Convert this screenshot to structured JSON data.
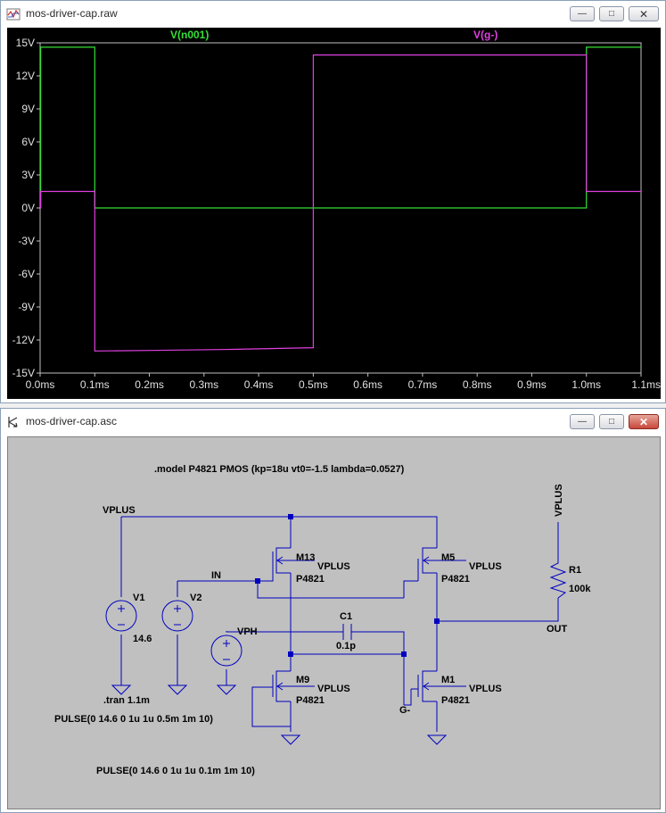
{
  "plot_window": {
    "title": "mos-driver-cap.raw",
    "controls": {
      "minimize": "—",
      "maximize": "□",
      "close": "✕"
    }
  },
  "schematic_window": {
    "title": "mos-driver-cap.asc",
    "controls": {
      "minimize": "—",
      "maximize": "□",
      "close": "✕"
    }
  },
  "chart_data": {
    "type": "line",
    "title": "",
    "xlabel": "",
    "ylabel": "",
    "xlim": [
      0,
      1.1
    ],
    "ylim": [
      -15,
      15
    ],
    "x_unit": "ms",
    "y_unit": "V",
    "x_ticks": [
      "0.0ms",
      "0.1ms",
      "0.2ms",
      "0.3ms",
      "0.4ms",
      "0.5ms",
      "0.6ms",
      "0.7ms",
      "0.8ms",
      "0.9ms",
      "1.0ms",
      "1.1ms"
    ],
    "y_ticks": [
      "15V",
      "12V",
      "9V",
      "6V",
      "3V",
      "0V",
      "-3V",
      "-6V",
      "-9V",
      "-12V",
      "-15V"
    ],
    "grid": false,
    "background": "#000000",
    "series": [
      {
        "name": "V(n001)",
        "color": "#35e035",
        "x": [
          0,
          0.001,
          0.001,
          0.1,
          0.1,
          1.0,
          1.0,
          1.1
        ],
        "y": [
          0,
          0,
          14.6,
          14.6,
          0,
          0,
          14.6,
          14.6
        ]
      },
      {
        "name": "V(g-)",
        "color": "#e040e0",
        "x": [
          0,
          0.001,
          0.001,
          0.1,
          0.1,
          0.2,
          0.35,
          0.5,
          0.5,
          1.0,
          1.0,
          1.1
        ],
        "y": [
          0,
          0,
          1.5,
          1.5,
          -13.0,
          -12.95,
          -12.85,
          -12.7,
          13.9,
          13.9,
          1.5,
          1.5
        ]
      }
    ]
  },
  "schematic": {
    "model_directive": ".model P4821 PMOS (kp=18u vt0=-1.5 lambda=0.0527)",
    "tran_directive": ".tran 1.1m",
    "pulse_v2": "PULSE(0 14.6 0 1u 1u 0.5m 1m 10)",
    "pulse_vph": "PULSE(0 14.6 0 1u 1u 0.1m 1m 10)",
    "labels": {
      "vplus_left": "VPLUS",
      "vplus_right": "VPLUS",
      "in": "IN",
      "vph": "VPH",
      "out": "OUT",
      "g_minus": "G-"
    },
    "components": {
      "v1": {
        "name": "V1",
        "value": "14.6"
      },
      "v2": {
        "name": "V2"
      },
      "c1": {
        "name": "C1",
        "value": "0.1p"
      },
      "r1": {
        "name": "R1",
        "value": "100k"
      },
      "m13": {
        "name": "M13",
        "body": "VPLUS",
        "model": "P4821"
      },
      "m5": {
        "name": "M5",
        "body": "VPLUS",
        "model": "P4821"
      },
      "m9": {
        "name": "M9",
        "body": "VPLUS",
        "model": "P4821"
      },
      "m1": {
        "name": "M1",
        "body": "VPLUS",
        "model": "P4821"
      }
    }
  }
}
